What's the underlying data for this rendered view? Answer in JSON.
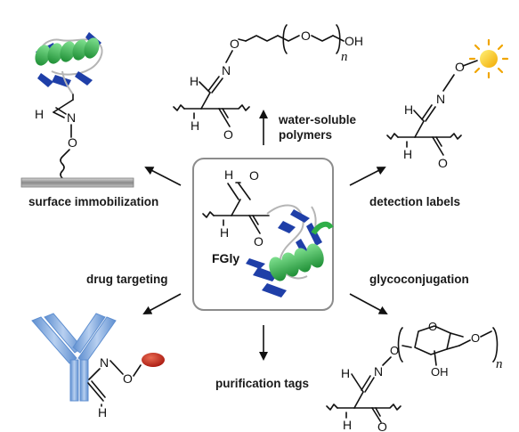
{
  "labels": {
    "center": "FGly",
    "top": "water-soluble polymers",
    "top_line1": "water-soluble",
    "top_line2": "polymers",
    "right_top": "detection labels",
    "right_bottom": "glycoconjugation",
    "bottom": "purification tags",
    "left_bottom": "drug targeting",
    "left_top": "surface immobilization"
  },
  "atoms": {
    "O": "O",
    "N": "N",
    "H": "H",
    "OH": "OH",
    "n": "n"
  },
  "colors": {
    "helix": "#2fae48",
    "sheet": "#1f3fa8",
    "sun": "#f5b800",
    "drug": "#c4281c",
    "antibody": "#7fa7db",
    "surface": "#9a9a9a",
    "center_box_border": "#8c8c8c"
  },
  "icons": [
    "protein-ribbon-icon",
    "sun-icon",
    "drug-ellipse-icon",
    "antibody-icon",
    "surface-bar-icon"
  ]
}
